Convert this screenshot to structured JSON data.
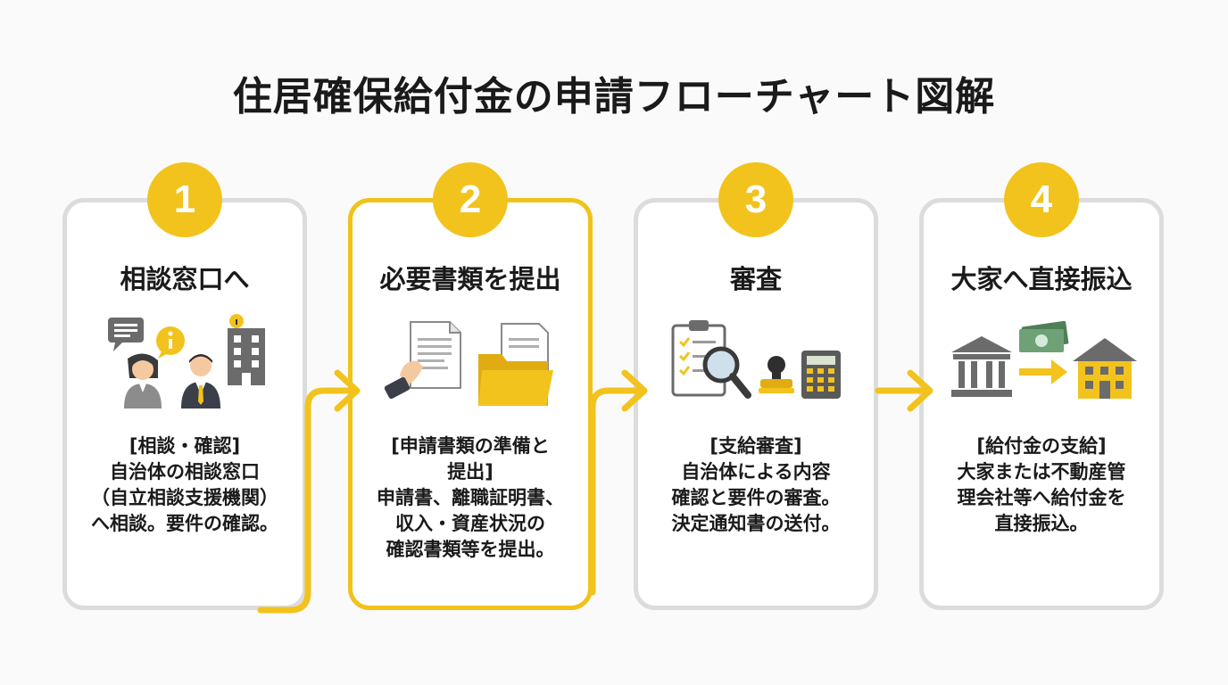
{
  "page": {
    "title": "住居確保給付金の申請フローチャート図解"
  },
  "colors": {
    "accent": "#f2c31d",
    "card_border": "#dcdcdc",
    "text": "#1a1a1a",
    "icon_gray": "#6b6b6b"
  },
  "steps": [
    {
      "number": "1",
      "title": "相談窓口へ",
      "desc": [
        "[相談・確認]",
        "自治体の相談窓口",
        "（自立相談支援機関）",
        "へ相談。要件の確認。"
      ],
      "icons": [
        "speech-bubble-icon",
        "info-icon",
        "woman-consultant-icon",
        "man-consultant-icon",
        "office-building-icon"
      ]
    },
    {
      "number": "2",
      "title": "必要書類を提出",
      "desc": [
        "[申請書類の準備と",
        "提出]",
        "申請書、離職証明書、",
        "収入・資産状況の",
        "確認書類等を提出。"
      ],
      "icons": [
        "hand-document-icon",
        "folder-icon"
      ]
    },
    {
      "number": "3",
      "title": "審査",
      "desc": [
        "[支給審査]",
        "自治体による内容",
        "確認と要件の審査。",
        "決定通知書の送付。"
      ],
      "icons": [
        "clipboard-checklist-icon",
        "magnifier-icon",
        "stamp-icon",
        "calculator-icon"
      ]
    },
    {
      "number": "4",
      "title": "大家へ直接振込",
      "desc": [
        "[給付金の支給]",
        "大家または不動産管",
        "理会社等へ給付金を",
        "直接振込。"
      ],
      "icons": [
        "bank-icon",
        "money-icon",
        "arrow-right-icon",
        "house-icon"
      ]
    }
  ]
}
